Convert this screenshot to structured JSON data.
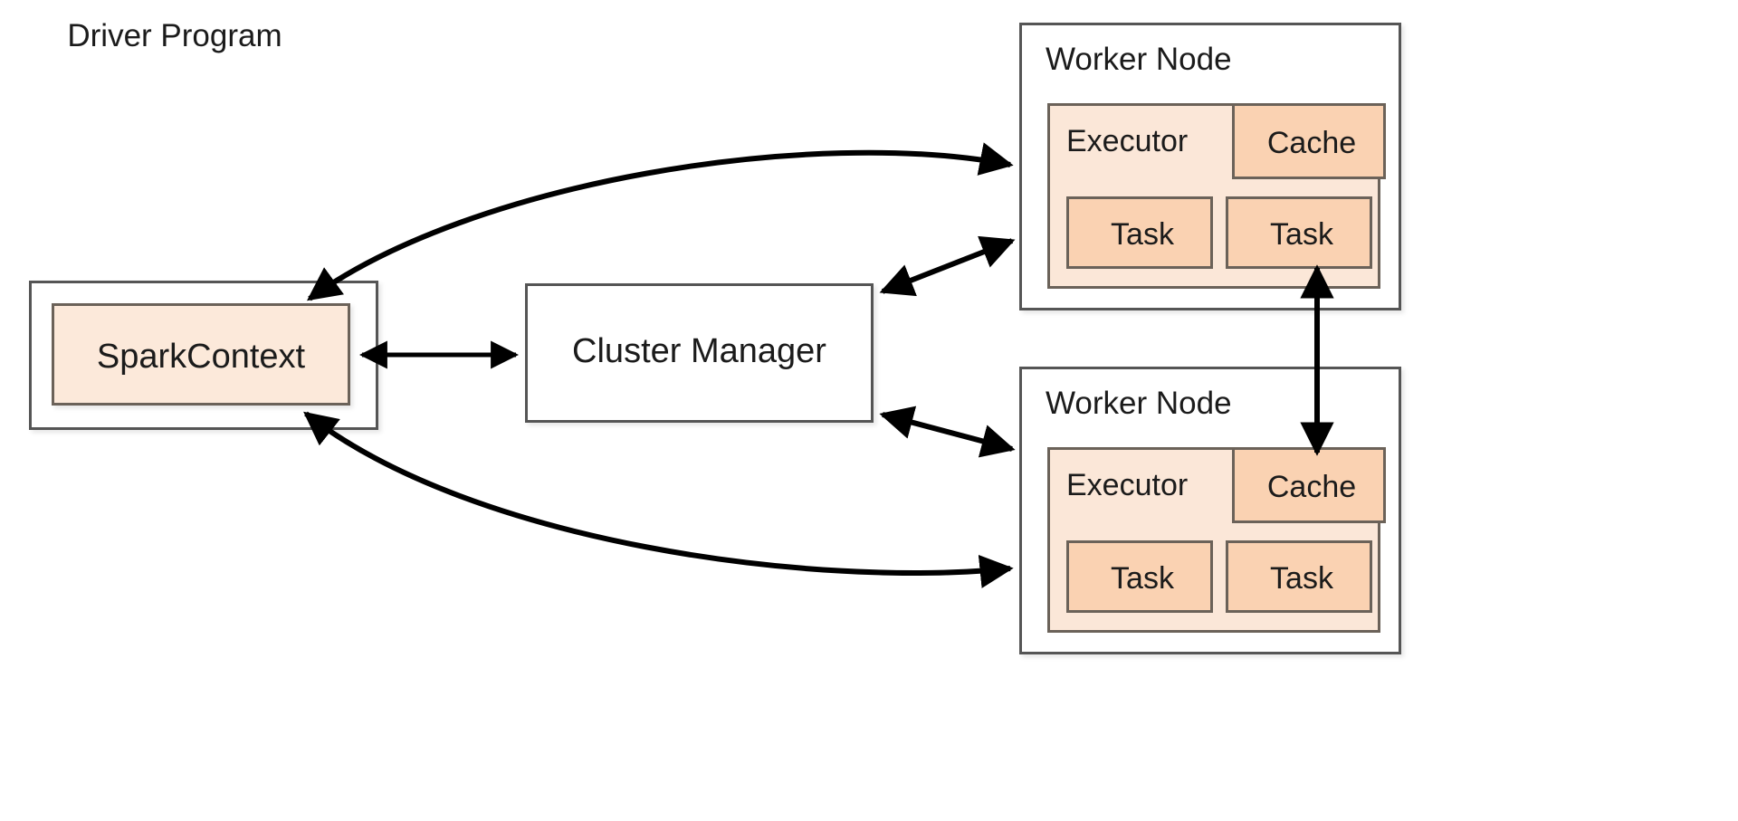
{
  "diagram": {
    "type": "spark-cluster-architecture",
    "background_color": "#ffffff",
    "driver": {
      "title": "Driver Program",
      "context_label": "SparkContext"
    },
    "cluster_manager": {
      "label": "Cluster Manager"
    },
    "worker_nodes": [
      {
        "title": "Worker Node",
        "executor_label": "Executor",
        "cache_label": "Cache",
        "tasks": [
          "Task",
          "Task"
        ]
      },
      {
        "title": "Worker Node",
        "executor_label": "Executor",
        "cache_label": "Cache",
        "tasks": [
          "Task",
          "Task"
        ]
      }
    ],
    "colors": {
      "box_stroke": "#555555",
      "inner_stroke": "#6b6259",
      "executor_fill": "#FBE7D8",
      "cache_fill": "#FAD2B2",
      "task_fill": "#FAD2B2",
      "spark_context_fill": "#FCE9DA",
      "text": "#1b1b1b",
      "arrow": "#000000"
    },
    "connectors": [
      {
        "name": "sparkcontext-to-cluster-manager",
        "style": "double-arrow",
        "shape": "straight"
      },
      {
        "name": "sparkcontext-to-worker-node-1",
        "style": "double-arrow",
        "shape": "curved"
      },
      {
        "name": "sparkcontext-to-worker-node-2",
        "style": "double-arrow",
        "shape": "curved"
      },
      {
        "name": "cluster-manager-to-worker-node-1",
        "style": "double-arrow",
        "shape": "straight"
      },
      {
        "name": "cluster-manager-to-worker-node-2",
        "style": "double-arrow",
        "shape": "straight"
      },
      {
        "name": "worker-node-1-to-worker-node-2",
        "style": "double-arrow",
        "shape": "straight"
      }
    ]
  }
}
